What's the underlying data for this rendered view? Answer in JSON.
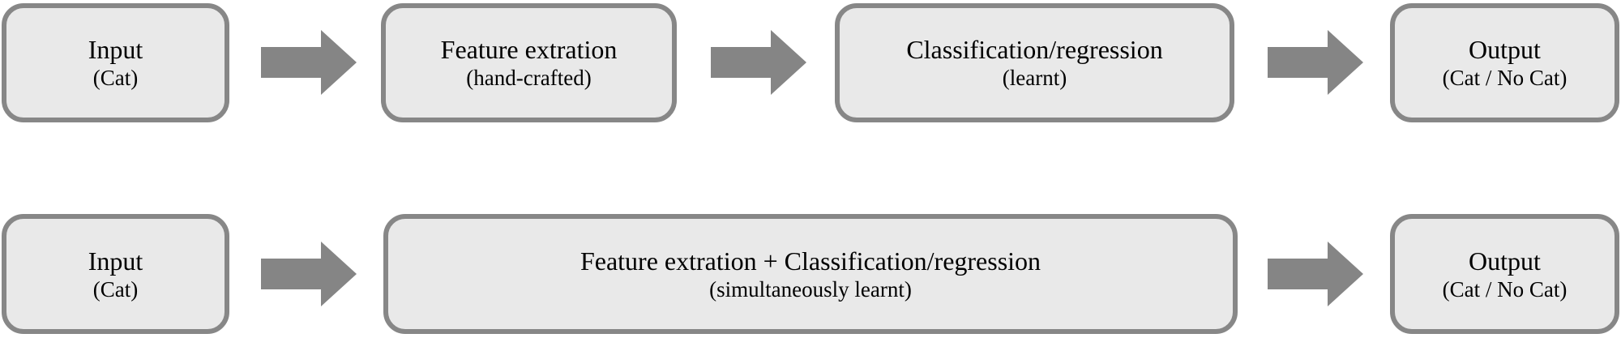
{
  "diagram": {
    "colors": {
      "background": "#ffffff",
      "box_fill": "#e9e9e9",
      "box_border": "#878787",
      "arrow": "#858585",
      "text": "#000000"
    },
    "rows": [
      {
        "nodes": [
          {
            "title": "Input",
            "subtitle": "(Cat)"
          },
          {
            "title": "Feature extration",
            "subtitle": "(hand-crafted)"
          },
          {
            "title": "Classification/regression",
            "subtitle": "(learnt)"
          },
          {
            "title": "Output",
            "subtitle": "(Cat / No Cat)"
          }
        ]
      },
      {
        "nodes": [
          {
            "title": "Input",
            "subtitle": "(Cat)"
          },
          {
            "title": "Feature extration + Classification/regression",
            "subtitle": "(simultaneously learnt)"
          },
          {
            "title": "Output",
            "subtitle": "(Cat / No Cat)"
          }
        ]
      }
    ]
  }
}
